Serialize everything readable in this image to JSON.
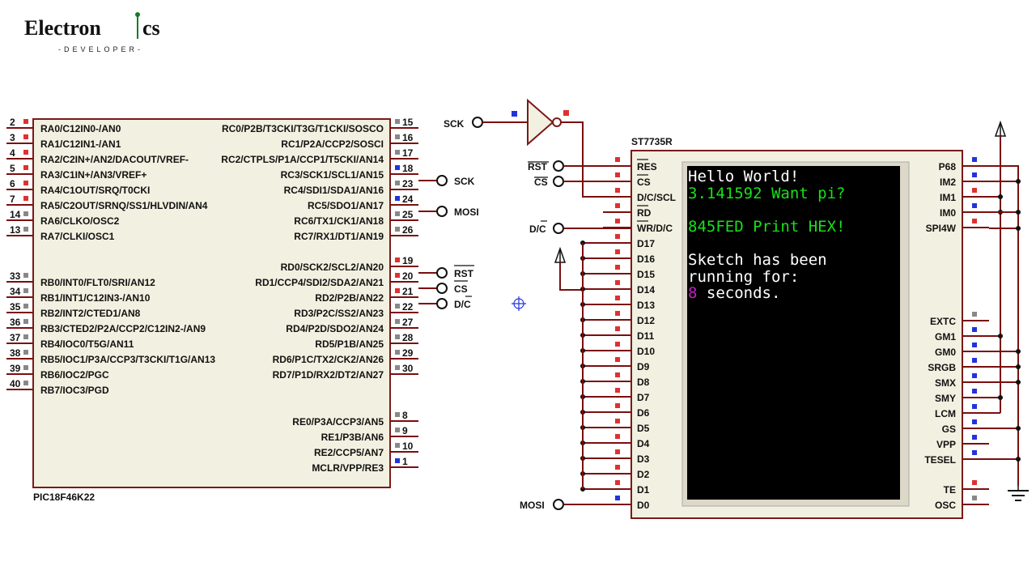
{
  "logo": {
    "word_start": "Electron",
    "word_end": "cs",
    "tagline": "-DEVELOPER-"
  },
  "mcu": {
    "name": "PIC18F46K22",
    "left_pins": [
      {
        "num": "2",
        "label": "RA0/C12IN0-/AN0"
      },
      {
        "num": "3",
        "label": "RA1/C12IN1-/AN1"
      },
      {
        "num": "4",
        "label": "RA2/C2IN+/AN2/DACOUT/VREF-"
      },
      {
        "num": "5",
        "label": "RA3/C1IN+/AN3/VREF+"
      },
      {
        "num": "6",
        "label": "RA4/C1OUT/SRQ/T0CKI"
      },
      {
        "num": "7",
        "label": "RA5/C2OUT/SRNQ/SS1/HLVDIN/AN4"
      },
      {
        "num": "14",
        "label": "RA6/CLKO/OSC2"
      },
      {
        "num": "13",
        "label": "RA7/CLKI/OSC1"
      },
      {
        "num": "33",
        "label": "RB0/INT0/FLT0/SRI/AN12"
      },
      {
        "num": "34",
        "label": "RB1/INT1/C12IN3-/AN10"
      },
      {
        "num": "35",
        "label": "RB2/INT2/CTED1/AN8"
      },
      {
        "num": "36",
        "label": "RB3/CTED2/P2A/CCP2/C12IN2-/AN9"
      },
      {
        "num": "37",
        "label": "RB4/IOC0/T5G/AN11"
      },
      {
        "num": "38",
        "label": "RB5/IOC1/P3A/CCP3/T3CKI/T1G/AN13"
      },
      {
        "num": "39",
        "label": "RB6/IOC2/PGC"
      },
      {
        "num": "40",
        "label": "RB7/IOC3/PGD"
      }
    ],
    "right_pins": [
      {
        "num": "15",
        "label": "RC0/P2B/T3CKI/T3G/T1CKI/SOSCO"
      },
      {
        "num": "16",
        "label": "RC1/P2A/CCP2/SOSCI"
      },
      {
        "num": "17",
        "label": "RC2/CTPLS/P1A/CCP1/T5CKI/AN14"
      },
      {
        "num": "18",
        "label": "RC3/SCK1/SCL1/AN15"
      },
      {
        "num": "23",
        "label": "RC4/SDI1/SDA1/AN16"
      },
      {
        "num": "24",
        "label": "RC5/SDO1/AN17"
      },
      {
        "num": "25",
        "label": "RC6/TX1/CK1/AN18"
      },
      {
        "num": "26",
        "label": "RC7/RX1/DT1/AN19"
      },
      {
        "num": "19",
        "label": "RD0/SCK2/SCL2/AN20"
      },
      {
        "num": "20",
        "label": "RD1/CCP4/SDI2/SDA2/AN21"
      },
      {
        "num": "21",
        "label": "RD2/P2B/AN22"
      },
      {
        "num": "22",
        "label": "RD3/P2C/SS2/AN23"
      },
      {
        "num": "27",
        "label": "RD4/P2D/SDO2/AN24"
      },
      {
        "num": "28",
        "label": "RD5/P1B/AN25"
      },
      {
        "num": "29",
        "label": "RD6/P1C/TX2/CK2/AN26"
      },
      {
        "num": "30",
        "label": "RD7/P1D/RX2/DT2/AN27"
      },
      {
        "num": "8",
        "label": "RE0/P3A/CCP3/AN5"
      },
      {
        "num": "9",
        "label": "RE1/P3B/AN6"
      },
      {
        "num": "10",
        "label": "RE2/CCP5/AN7"
      },
      {
        "num": "1",
        "label": "MCLR/VPP/RE3"
      }
    ]
  },
  "net_labels": {
    "sck": "SCK",
    "mosi": "MOSI",
    "rst": "RST",
    "cs": "CS",
    "dc": "D/C"
  },
  "lcd": {
    "name": "ST7735R",
    "left_pins": [
      "RES",
      "CS",
      "D/C/SCL",
      "RD",
      "WR/D/C",
      "D17",
      "D16",
      "D15",
      "D14",
      "D13",
      "D12",
      "D11",
      "D10",
      "D9",
      "D8",
      "D7",
      "D6",
      "D5",
      "D4",
      "D3",
      "D2",
      "D1",
      "D0"
    ],
    "right_pins_top": [
      "P68",
      "IM2",
      "IM1",
      "IM0",
      "SPI4W"
    ],
    "right_pins_bottom": [
      "EXTC",
      "GM1",
      "GM0",
      "SRGB",
      "SMX",
      "SMY",
      "LCM",
      "GS",
      "VPP",
      "TESEL"
    ],
    "right_pins_last": [
      "TE",
      "OSC"
    ],
    "screen": {
      "line1": "Hello World!",
      "line2": "3.141592 Want pi?",
      "line3": "845FED Print HEX!",
      "line4": "Sketch has been",
      "line5": "running for:",
      "count": "8",
      "seconds": " seconds."
    }
  },
  "colors": {
    "wire": "#7a0e0e",
    "body_fill": "#f2f0e0",
    "border": "#7a1a1a",
    "green": "#18e018",
    "magenta": "#c020c0",
    "pin_red": "#e03030",
    "pin_blue": "#2233dd",
    "pin_gray": "#888888"
  }
}
